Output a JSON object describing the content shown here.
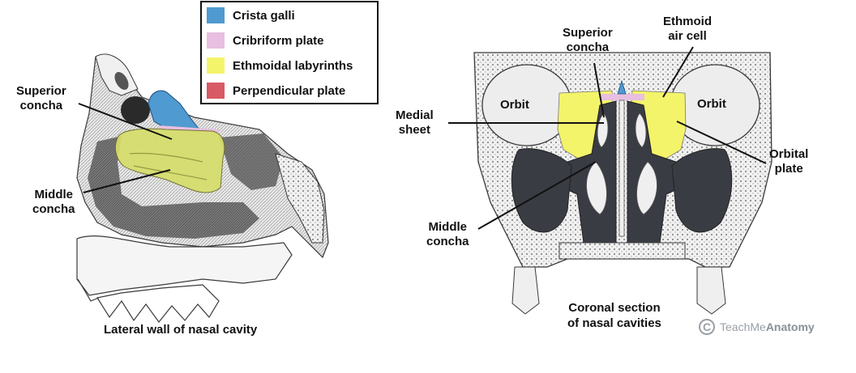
{
  "legend": {
    "items": [
      {
        "label": "Crista galli",
        "color": "#4f9ad1"
      },
      {
        "label": "Cribriform plate",
        "color": "#e8bfe0"
      },
      {
        "label": "Ethmoidal labyrinths",
        "color": "#f4f46a"
      },
      {
        "label": "Perpendicular plate",
        "color": "#d85a64"
      }
    ]
  },
  "left_figure": {
    "labels": {
      "superior_concha": [
        "Superior",
        "concha"
      ],
      "middle_concha": [
        "Middle",
        "concha"
      ]
    },
    "caption": "Lateral wall of nasal cavity"
  },
  "right_figure": {
    "labels": {
      "superior_concha": [
        "Superior",
        "concha"
      ],
      "ethmoid_air_cell": [
        "Ethmoid",
        "air cell"
      ],
      "orbit_left": "Orbit",
      "orbit_right": "Orbit",
      "medial_sheet": [
        "Medial",
        "sheet"
      ],
      "orbital_plate": [
        "Orbital",
        "plate"
      ],
      "middle_concha": [
        "Middle",
        "concha"
      ]
    },
    "caption": [
      "Coronal section",
      "of nasal cavities"
    ]
  },
  "watermark": {
    "prefix": "TeachMe",
    "suffix": "Anatomy",
    "symbol": "C"
  },
  "colors": {
    "bone_fill": "#eeeeee",
    "bone_stroke": "#4a4a4a",
    "cavity_dark": "#3a3c44",
    "shade_mid": "#8a8a8a"
  }
}
